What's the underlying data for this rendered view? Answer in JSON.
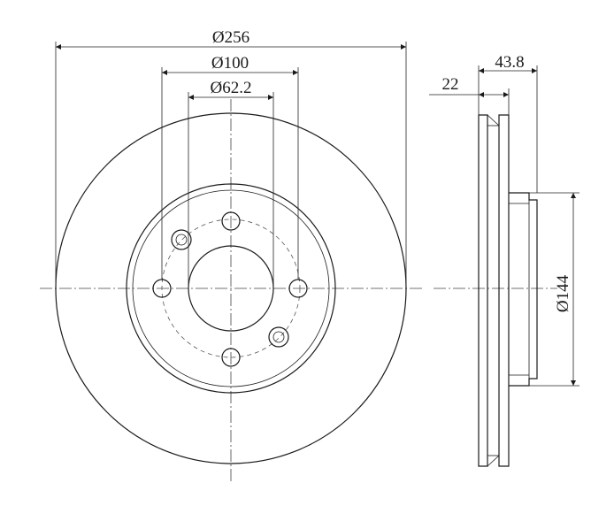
{
  "dimensions": {
    "outer_diameter": "Ø256",
    "bolt_circle": "Ø100",
    "center_bore": "Ø62.2",
    "overall_height": "43.8",
    "disc_thickness": "22",
    "hub_diameter": "Ø144"
  },
  "views": [
    "front-view",
    "side-view"
  ],
  "colors": {
    "line": "#1a1a1a",
    "background": "#ffffff"
  }
}
